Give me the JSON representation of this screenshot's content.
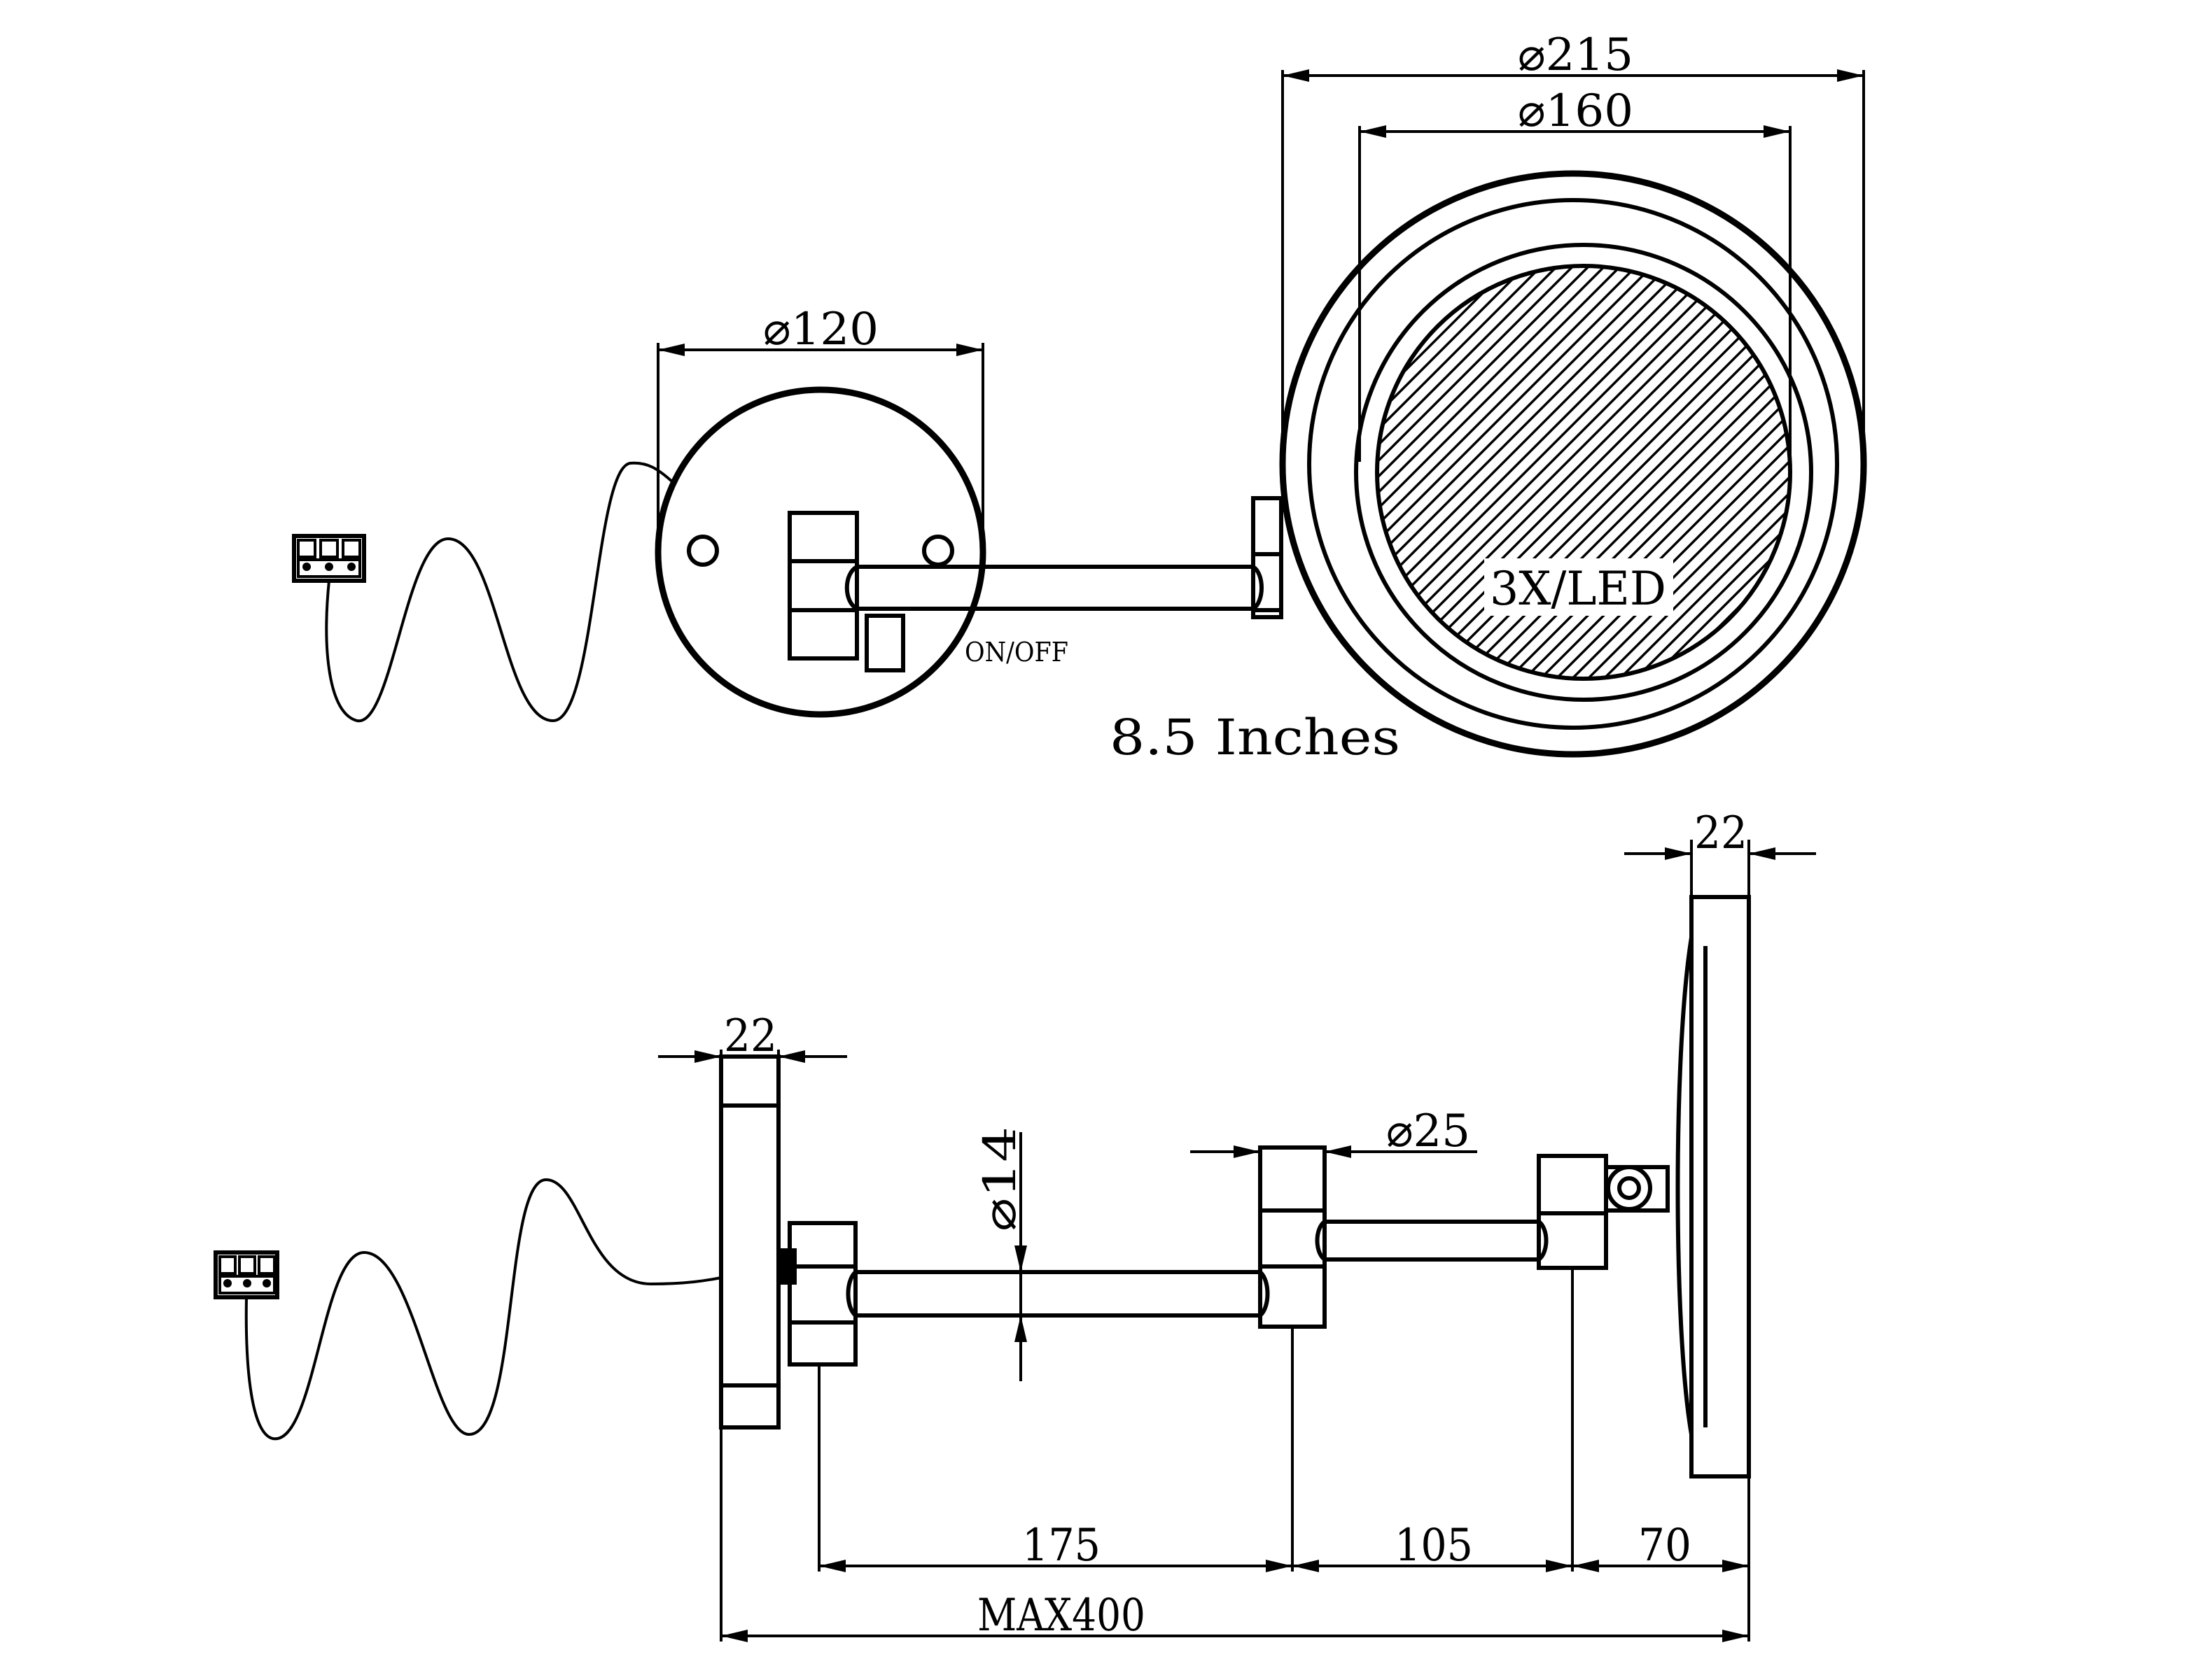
{
  "front_view": {
    "mirror_label": "3X/LED",
    "switch_label": "ON/OFF",
    "size_note": "8.5 Inches",
    "dimensions": {
      "outer_diameter": "⌀215",
      "inner_diameter": "⌀160",
      "base_diameter": "⌀120"
    }
  },
  "side_view": {
    "dimensions": {
      "base_depth": "22",
      "mirror_depth": "22",
      "arm_diameter": "⌀14",
      "joint_diameter": "⌀25",
      "arm_length_1": "175",
      "arm_length_2": "105",
      "arm_length_3": "70",
      "max_reach": "MAX400"
    }
  },
  "colors": {
    "line": "#000000",
    "background": "#ffffff"
  }
}
